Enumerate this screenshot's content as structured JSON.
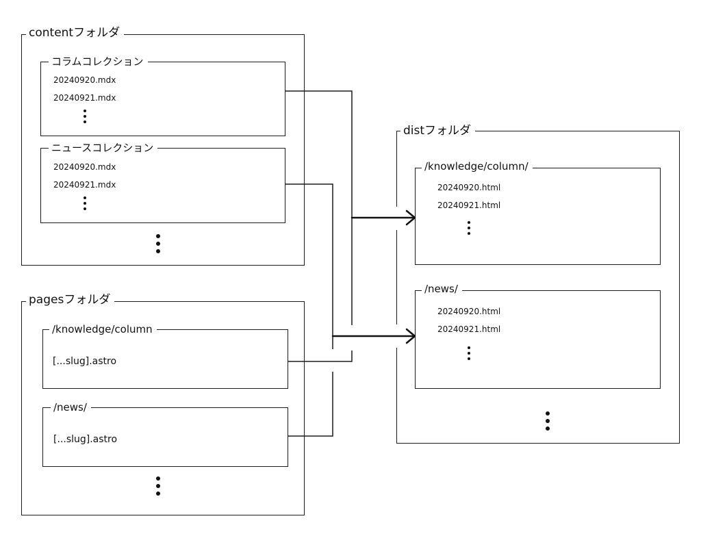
{
  "content_folder": {
    "label": "contentフォルダ",
    "collections": [
      {
        "label": "コラムコレクション",
        "files": [
          "20240920.mdx",
          "20240921.mdx"
        ]
      },
      {
        "label": "ニュースコレクション",
        "files": [
          "20240920.mdx",
          "20240921.mdx"
        ]
      }
    ]
  },
  "pages_folder": {
    "label": "pagesフォルダ",
    "routes": [
      {
        "label": "/knowledge/column",
        "file": "[...slug].astro"
      },
      {
        "label": "/news/",
        "file": "[...slug].astro"
      }
    ]
  },
  "dist_folder": {
    "label": "distフォルダ",
    "outputs": [
      {
        "label": "/knowledge/column/",
        "files": [
          "20240920.html",
          "20240921.html"
        ]
      },
      {
        "label": "/news/",
        "files": [
          "20240920.html",
          "20240921.html"
        ]
      }
    ]
  }
}
